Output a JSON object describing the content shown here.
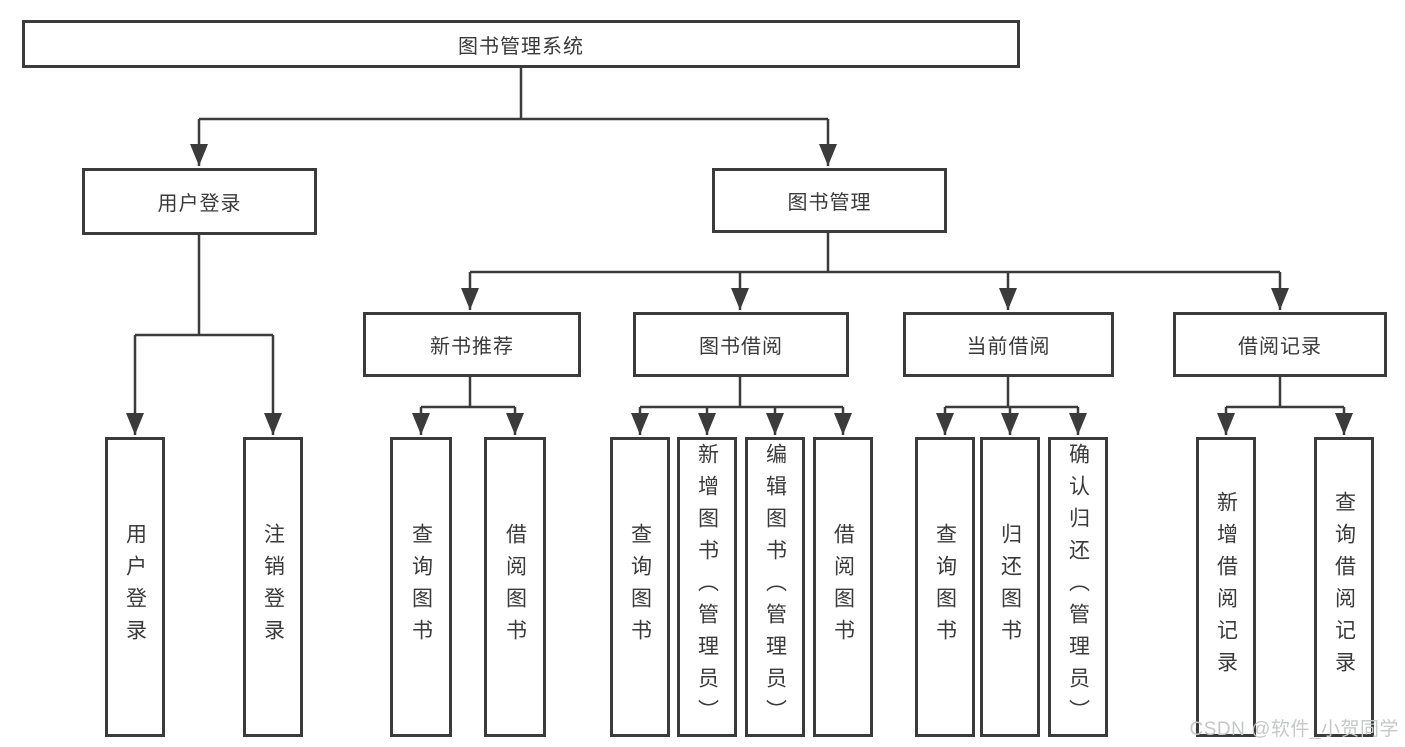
{
  "tree": {
    "root": {
      "label": "图书管理系统"
    },
    "branches": [
      {
        "label": "用户登录",
        "children": [
          {
            "label": "用户登录"
          },
          {
            "label": "注销登录"
          }
        ]
      },
      {
        "label": "图书管理",
        "children": [
          {
            "label": "新书推荐",
            "children": [
              {
                "label": "查询图书"
              },
              {
                "label": "借阅图书"
              }
            ]
          },
          {
            "label": "图书借阅",
            "children": [
              {
                "label": "查询图书"
              },
              {
                "label": "新增图书（管理员）"
              },
              {
                "label": "编辑图书（管理员）"
              },
              {
                "label": "借阅图书"
              }
            ]
          },
          {
            "label": "当前借阅",
            "children": [
              {
                "label": "查询图书"
              },
              {
                "label": "归还图书"
              },
              {
                "label": "确认归还（管理员）"
              }
            ]
          },
          {
            "label": "借阅记录",
            "children": [
              {
                "label": "新增借阅记录"
              },
              {
                "label": "查询借阅记录"
              }
            ]
          }
        ]
      }
    ]
  },
  "watermark": {
    "text": "CSDN @软件_小贺同学"
  },
  "colors": {
    "line": "#3b3b3b",
    "box_border": "#3b3b3b",
    "text": "#3a3a3a",
    "watermark": "#c6c8c8",
    "background": "#ffffff"
  }
}
